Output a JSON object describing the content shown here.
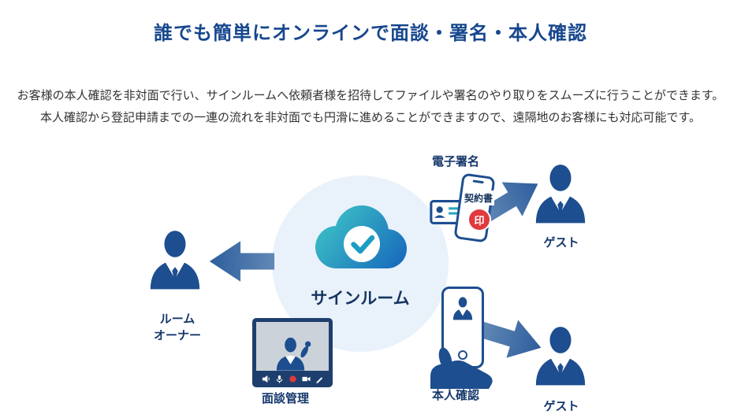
{
  "header": {
    "title": "誰でも簡単にオンラインで面談・署名・本人確認",
    "description": [
      "お客様の本人確認を非対面で行い、サインルームへ依頼者様を招待してファイルや署名のやり取りをスムーズに行うことができます。",
      "本人確認から登記申請までの一連の流れを非対面でも円滑に進めることができますので、遠隔地のお客様にも対応可能です。"
    ]
  },
  "diagram": {
    "center": {
      "label": "サインルーム"
    },
    "room_owner": {
      "line1": "ルーム",
      "line2": "オーナー"
    },
    "esign": {
      "label": "電子署名",
      "contract": "契約書",
      "seal": "印"
    },
    "guest_top": {
      "label": "ゲスト"
    },
    "identity": {
      "label": "本人確認"
    },
    "guest_bottom": {
      "label": "ゲスト"
    },
    "interview": {
      "label": "面談管理"
    },
    "video_controls": [
      "speaker",
      "mic",
      "record",
      "camera",
      "pen"
    ]
  },
  "colors": {
    "title_blue": "#17478e",
    "navy": "#1d4e8f",
    "label_navy": "#16386b",
    "arrow_blue_light": "#6288b5",
    "arrow_blue_dark": "#2d5e9d",
    "cloud_teal": "#3fc4c7",
    "cloud_blue": "#1566bb",
    "circle_bg": "#e9f2fb",
    "seal_red": "#e0393e",
    "video_frame": "#1e3f6d",
    "video_screen": "#ccd2d9",
    "body_text": "#333333"
  }
}
